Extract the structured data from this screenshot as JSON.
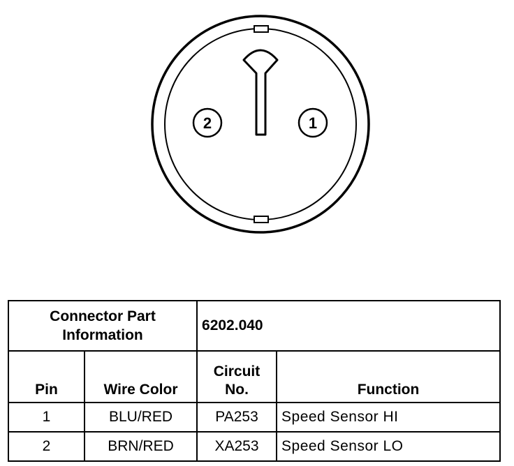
{
  "diagram": {
    "pins": [
      {
        "label": "1"
      },
      {
        "label": "2"
      }
    ]
  },
  "table": {
    "connector_info_label": "Connector Part Information",
    "connector_part_number": "6202.040",
    "headers": {
      "pin": "Pin",
      "wire_color": "Wire Color",
      "circuit_no": "Circuit No.",
      "function": "Function"
    },
    "rows": [
      {
        "pin": "1",
        "wire_color": "BLU/RED",
        "circuit_no": "PA253",
        "function": "Speed Sensor HI"
      },
      {
        "pin": "2",
        "wire_color": "BRN/RED",
        "circuit_no": "XA253",
        "function": "Speed Sensor LO"
      }
    ]
  }
}
